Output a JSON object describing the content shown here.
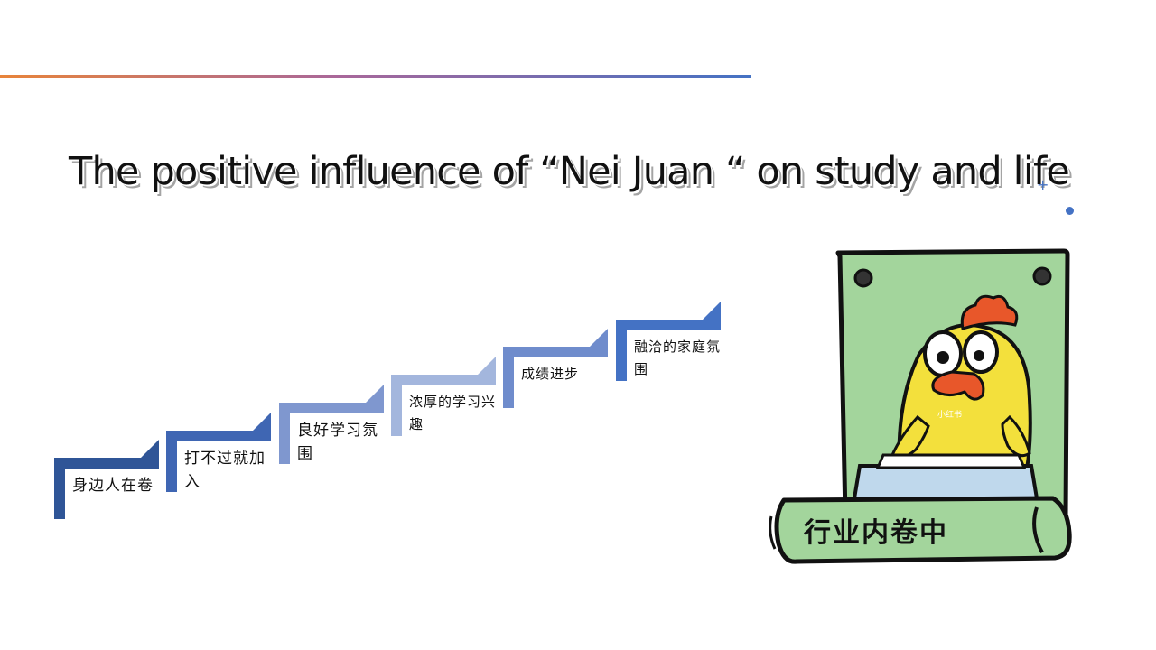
{
  "slide": {
    "title": "The positive influence of  “Nei Juan “ on study and life",
    "accent_colors": {
      "line_start": "#e8843a",
      "line_end": "#4472c4",
      "marker": "#4472c4"
    },
    "steps": [
      {
        "label": "身边人在卷",
        "color": "#2f5597"
      },
      {
        "label": "打不过就加入",
        "color": "#3f66b3"
      },
      {
        "label": "良好学习氛围",
        "color": "#7f97cf"
      },
      {
        "label": "浓厚的学习兴趣",
        "color": "#a3b6dd"
      },
      {
        "label": "成绩进步",
        "color": "#6f8ccc"
      },
      {
        "label": "融洽的家庭氛围",
        "color": "#4472c4"
      }
    ],
    "illustration": {
      "banner_text": "行业内卷中",
      "tag_text": "小红书",
      "board_color": "#a3d59c",
      "chick_color": "#f3e03c"
    }
  }
}
